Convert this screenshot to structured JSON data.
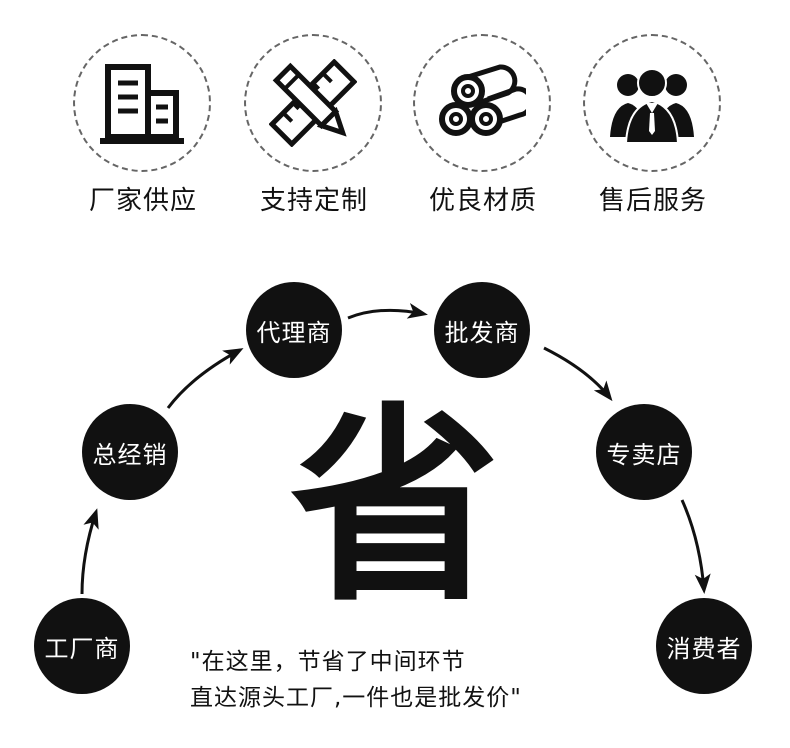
{
  "features": [
    {
      "icon": "building-icon",
      "label": "厂家供应"
    },
    {
      "icon": "ruler-pencil-icon",
      "label": "支持定制"
    },
    {
      "icon": "material-rolls-icon",
      "label": "优良材质"
    },
    {
      "icon": "team-people-icon",
      "label": "售后服务"
    }
  ],
  "flow": {
    "nodes": [
      "工厂商",
      "总经销",
      "代理商",
      "批发商",
      "专卖店",
      "消费者"
    ]
  },
  "center_char": "省",
  "quote": {
    "line1": "\"在这里，节省了中间环节",
    "line2": "直达源头工厂,一件也是批发价\""
  },
  "colors": {
    "node": "#111111",
    "node_text": "#ffffff",
    "ring": "#666666"
  }
}
